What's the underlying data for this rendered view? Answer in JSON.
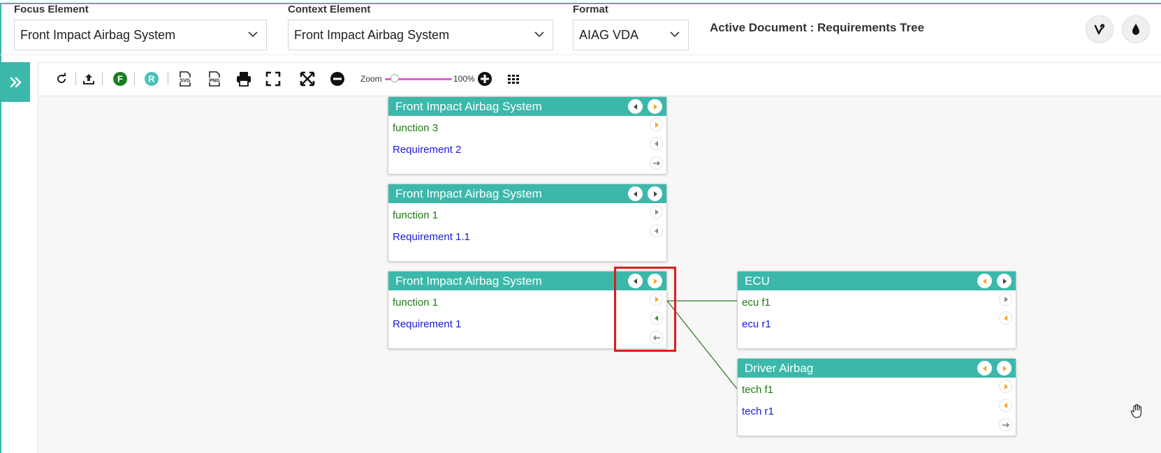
{
  "header": {
    "focus_label": "Focus Element",
    "focus_value": "Front Impact Airbag System",
    "context_label": "Context Element",
    "context_value": "Front Impact Airbag System",
    "format_label": "Format",
    "format_value": "AIAG VDA",
    "active_document": "Active Document : Requirements Tree",
    "buttons": [
      "vine-icon",
      "drop-icon"
    ]
  },
  "toolbar": {
    "zoom_label": "Zoom",
    "zoom_value": "100%",
    "zoom_level": 0.15,
    "icons": [
      "refresh-icon",
      "upload-icon",
      "function-f-icon",
      "requirement-r-icon",
      "svg-export-icon",
      "png-export-icon",
      "print-icon",
      "fullscreen-icon",
      "fit-icon",
      "zoom-out-icon",
      "zoom-in-icon",
      "grid-icon"
    ],
    "f_letter": "F",
    "r_letter": "R",
    "svg_text": "SVG",
    "png_text": "PNG"
  },
  "nodes": [
    {
      "title": "Front Impact Airbag System",
      "function": "function 3",
      "requirement": "Requirement 2"
    },
    {
      "title": "Front Impact Airbag System",
      "function": "function 1",
      "requirement": "Requirement 1.1"
    },
    {
      "title": "Front Impact Airbag System",
      "function": "function 1",
      "requirement": "Requirement 1"
    },
    {
      "title": "ECU",
      "function": "ecu f1",
      "requirement": "ecu r1"
    },
    {
      "title": "Driver Airbag",
      "function": "tech f1",
      "requirement": "tech r1"
    }
  ],
  "colors": {
    "accent": "#3bb8aa",
    "function_text": "#1f7a12",
    "requirement_text": "#1a1add",
    "arrow_orange": "#f5a623",
    "arrow_green": "#2a9d2a",
    "highlight": "#e01b1b"
  }
}
